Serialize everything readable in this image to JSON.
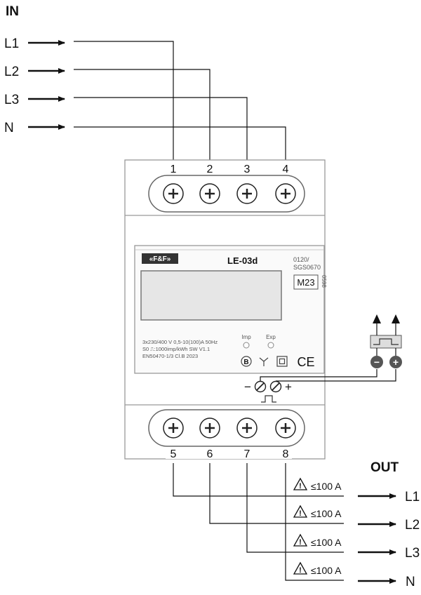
{
  "in_heading": "IN",
  "out_heading": "OUT",
  "inputs": [
    "L1",
    "L2",
    "L3",
    "N"
  ],
  "outputs": [
    "L1",
    "L2",
    "L3",
    "N"
  ],
  "top_terminals": [
    "1",
    "2",
    "3",
    "4"
  ],
  "bottom_terminals": [
    "5",
    "6",
    "7",
    "8"
  ],
  "current_rating": "≤100 A",
  "device": {
    "brand": "«F&F»",
    "model": "LE-03d",
    "cert_line1": "0120/",
    "cert_line2": "SGS0670",
    "metrology_mark": "M23",
    "notified_body": "0598",
    "imp_label": "Imp",
    "exp_label": "Exp",
    "spec_line1": "3x230/400 V  0,5-10(100)A  50Hz",
    "spec_line2": "S0 ⎍:1000imp/kWh  SW V1.1",
    "spec_line3": "EN50470-1/3  Cl.B  2023",
    "b_mark": "B",
    "ce_mark": "CE"
  },
  "pulse_output": {
    "minus": "−",
    "plus": "+"
  },
  "colors": {
    "line": "#111111",
    "housing_fill": "#ffffff",
    "housing_stroke": "#888888",
    "display_fill": "#e6e6e6",
    "module_fill": "#f6f6f6"
  }
}
